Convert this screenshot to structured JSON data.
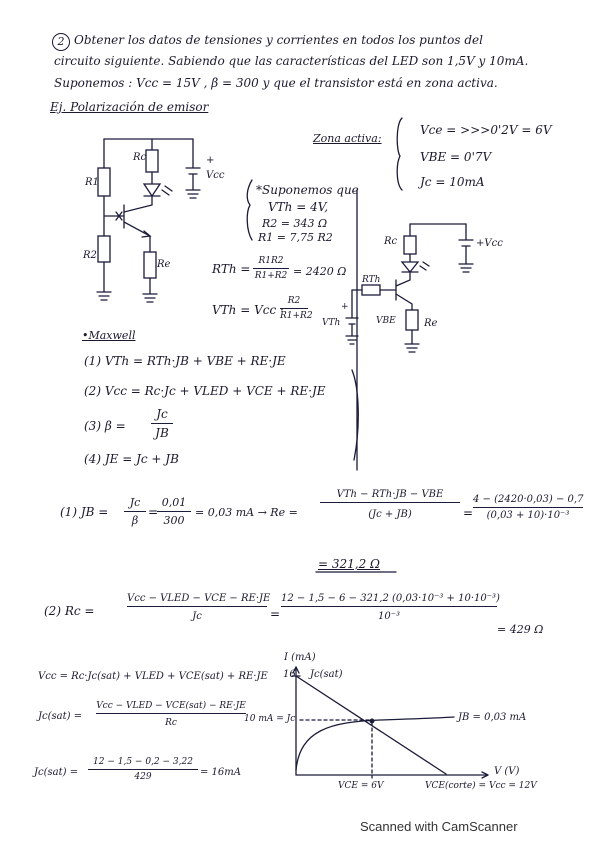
{
  "problem": {
    "number": "2",
    "line1": "Obtener los datos de tensiones y corrientes en todos los puntos del",
    "line2": "circuito siguiente. Sabiendo que las características del LED son 1,5V y 10mA.",
    "line3": "Suponemos : Vcc = 15V , β = 300 y que el transistor está en zona activa."
  },
  "heading": "Ej. Polarización de emisor",
  "zone": {
    "label": "Zona activa:",
    "vce": "Vce = >>>0'2V = 6V",
    "vbe": "VBE = 0'7V",
    "jc": "Jc = 10mA"
  },
  "assume": {
    "title": "*Suponemos que",
    "vth": "VTh = 4V,",
    "r2": "R2 = 343 Ω",
    "r1": "R1 = 7,75 R2"
  },
  "circuit1": {
    "r1": "R1",
    "rc": "Rc",
    "r2": "R2",
    "re": "Re",
    "vcc": "Vcc",
    "plus": "+"
  },
  "thevenin": {
    "rth_lhs": "RTh =",
    "rth_num": "R1R2",
    "rth_den": "R1+R2",
    "rth_val": "= 2420 Ω",
    "vth_lhs": "VTh = Vcc ·",
    "vth_num": "R2",
    "vth_den": "R1+R2"
  },
  "circuit2": {
    "rc": "Rc",
    "vcc": "+Vcc",
    "rth": "RTh",
    "vth": "VTh",
    "vbe": "VBE",
    "re": "Re",
    "plus": "+"
  },
  "maxwell": {
    "title": "•Maxwell",
    "eq1": "(1)   VTh = RTh·JB + VBE + RE·JE",
    "eq2": "(2)   Vcc = Rc·Jc + VLED + VCE + RE·JE",
    "eq3_lhs": "(3)   β =",
    "eq3_num": "Jc",
    "eq3_den": "JB",
    "eq4": "(4)   JE = Jc + JB"
  },
  "calc1": {
    "lhs": "(1)  JB =",
    "f1_num": "Jc",
    "f1_den": "β",
    "eq": "=",
    "f2_num": "0,01",
    "f2_den": "300",
    "result": "= 0,03 mA  →  Re =",
    "f3_num": "VTh − RTh·JB − VBE",
    "f3_den": "(Jc + JB)",
    "eq2": "=",
    "f4_num": "4 − (2420·0,03) − 0,7",
    "f4_den": "(0,03 + 10)·10⁻³",
    "answer": "= 321,2 Ω"
  },
  "calc2": {
    "lhs": "(2)   Rc =",
    "f1_num": "Vcc − VLED − VCE − RE·JE",
    "f1_den": "Jc",
    "eq": "=",
    "f2_num": "12 − 1,5 − 6 − 321,2 (0,03·10⁻³ + 10·10⁻³)",
    "f2_den": "10⁻³",
    "answer": "= 429 Ω"
  },
  "sat": {
    "eq": "Vcc = Rc·Jc(sat) + VLED + VCE(sat) + RE·JE",
    "jcsat_lhs": "Jc(sat) =",
    "jcsat_num": "Vcc − VLED − VCE(sat) − RE·JE",
    "jcsat_den": "Rc",
    "calc_lhs": "Jc(sat) =",
    "calc_num": "12 − 1,5 − 0,2 − 3,22",
    "calc_den": "429",
    "calc_res": "= 16mA"
  },
  "graph": {
    "ylabel": "I (mA)",
    "y16": "16",
    "jcsat": "Jc(sat)",
    "y10": "10 mA = Jc",
    "jb": "JB = 0,03 mA",
    "xlabel": "V (V)",
    "vce": "VCE = 6V",
    "vcecorte": "VCE(corte) = Vcc = 12V"
  },
  "footer": "Scanned with CamScanner"
}
